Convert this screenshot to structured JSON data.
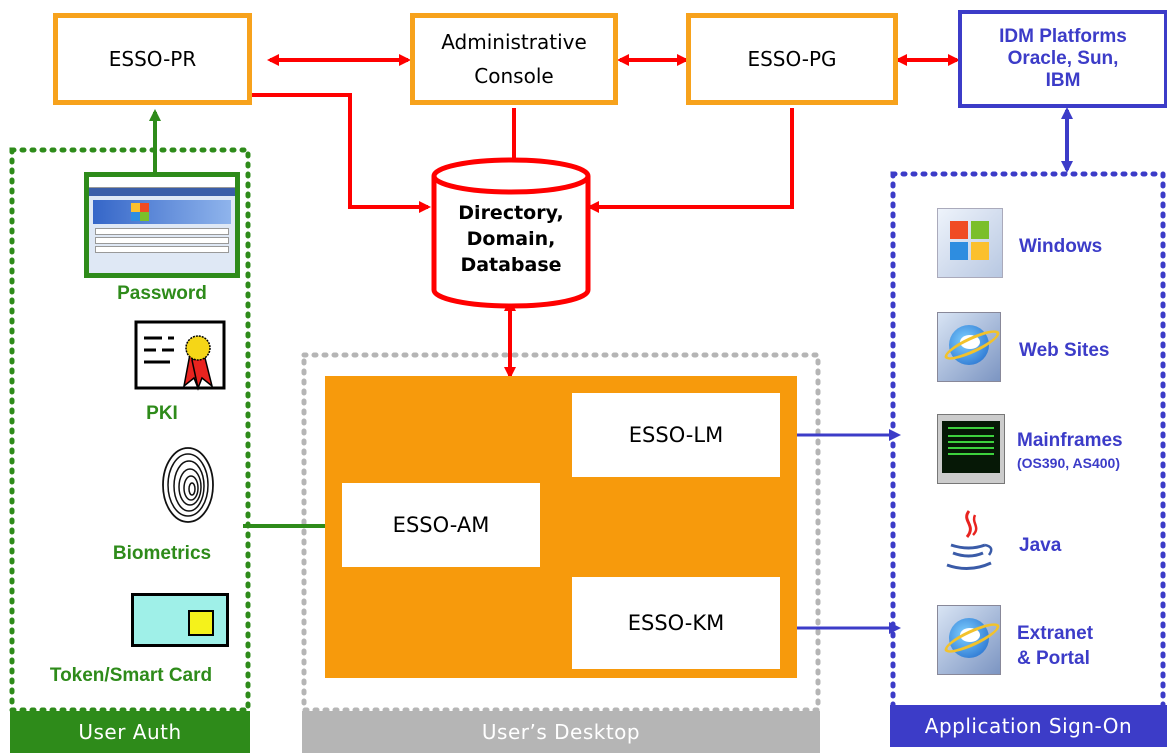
{
  "top": {
    "esso_pr": "ESSO-PR",
    "admin_console_line1": "Administrative",
    "admin_console_line2": "Console",
    "esso_pg": "ESSO-PG",
    "idm_line1": "IDM Platforms",
    "idm_line2": "Oracle, Sun,",
    "idm_line3": "IBM"
  },
  "database": {
    "line1": "Directory,",
    "line2": "Domain,",
    "line3": "Database"
  },
  "user_auth": {
    "footer": "User Auth",
    "items": [
      {
        "label": "Password",
        "icon": "password-screenshot-icon"
      },
      {
        "label": "PKI",
        "icon": "certificate-icon"
      },
      {
        "label": "Biometrics",
        "icon": "fingerprint-icon"
      },
      {
        "label": "Token/Smart Card",
        "icon": "smart-card-icon"
      }
    ]
  },
  "desktop": {
    "footer": "User’s Desktop",
    "esso_lm": "ESSO-LM",
    "esso_am": "ESSO-AM",
    "esso_km": "ESSO-KM"
  },
  "apps": {
    "footer": "Application Sign-On",
    "items": [
      {
        "label": "Windows",
        "icon": "windows-logo-icon"
      },
      {
        "label": "Web Sites",
        "icon": "internet-explorer-icon"
      },
      {
        "label": "Mainframes",
        "sub": "(OS390,  AS400)",
        "icon": "terminal-icon"
      },
      {
        "label": "Java",
        "icon": "java-icon"
      },
      {
        "label": "Extranet",
        "label2": "& Portal",
        "icon": "internet-explorer-icon"
      }
    ]
  },
  "colors": {
    "orange": "#f7a21c",
    "red": "#ff0000",
    "green": "#2e8b1a",
    "blue": "#3c3cc8",
    "gray": "#b5b5b5"
  }
}
